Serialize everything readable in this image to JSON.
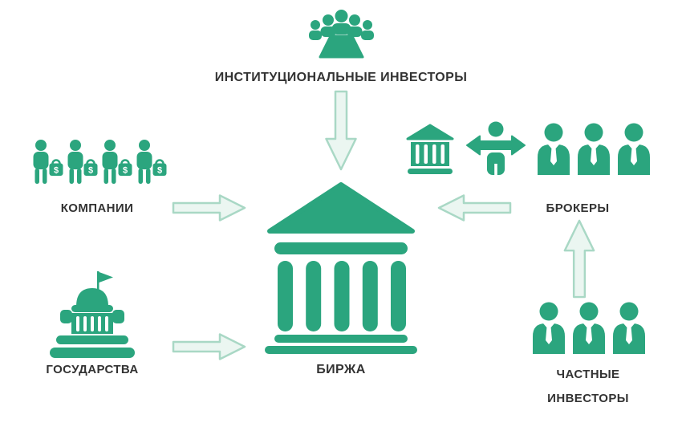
{
  "colors": {
    "background": "#FFFFFF",
    "primary": "#2BA57E",
    "arrow_fill": "#EBF6F1",
    "arrow_stroke": "#A9D8C5",
    "text": "#333333"
  },
  "nodes": {
    "institutional": {
      "label": "ИНСТИТУЦИОНАЛЬНЫЕ ИНВЕСТОРЫ",
      "icon": "meeting-table-icon"
    },
    "companies": {
      "label": "КОМПАНИИ",
      "icon": "businessmen-money-bags-icon",
      "bag_symbol": "$"
    },
    "governments": {
      "label": "ГОСУДАРСТВА",
      "icon": "capitol-building-icon"
    },
    "exchange": {
      "label": "БИРЖА",
      "icon": "exchange-building-icon"
    },
    "brokers": {
      "label": "БРОКЕРЫ",
      "icons": [
        "bank-icon",
        "trader-double-arrow-icon",
        "people-group-icon"
      ]
    },
    "private_investors": {
      "label_line1": "ЧАСТНЫЕ",
      "label_line2": "ИНВЕСТОРЫ",
      "icon": "people-group-icon"
    }
  },
  "edges": [
    {
      "from": "ИНСТИТУЦИОНАЛЬНЫЕ ИНВЕСТОРЫ",
      "to": "БИРЖА",
      "direction": "down"
    },
    {
      "from": "КОМПАНИИ",
      "to": "БИРЖА",
      "direction": "right"
    },
    {
      "from": "ГОСУДАРСТВА",
      "to": "БИРЖА",
      "direction": "right"
    },
    {
      "from": "БРОКЕРЫ",
      "to": "БИРЖА",
      "direction": "left"
    },
    {
      "from": "ЧАСТНЫЕ ИНВЕСТОРЫ",
      "to": "БРОКЕРЫ",
      "direction": "up"
    }
  ]
}
